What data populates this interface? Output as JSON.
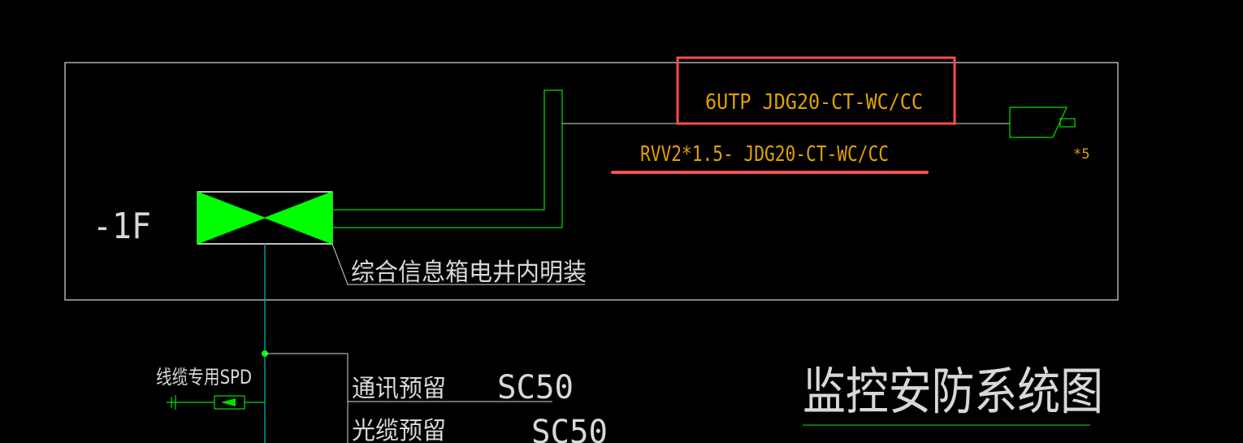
{
  "floor_label": "-1F",
  "cable_top": "6UTP  JDG20-CT-WC/CC",
  "cable_bottom": "RVV2*1.5-  JDG20-CT-WC/CC",
  "camera_count": "*5",
  "box_note": "综合信息箱电井内明装",
  "spd_label": "线缆专用SPD",
  "branches": [
    {
      "label": "通讯预留",
      "spec": "SC50"
    },
    {
      "label": "光缆预留",
      "spec": "SC50"
    }
  ],
  "title": "监控安防系统图",
  "colors": {
    "background": "#000000",
    "outline": "#ffffff",
    "green": "#00ff00",
    "cyan": "#00a0c0",
    "orange": "#e0a000",
    "highlight": "#ff4444"
  }
}
